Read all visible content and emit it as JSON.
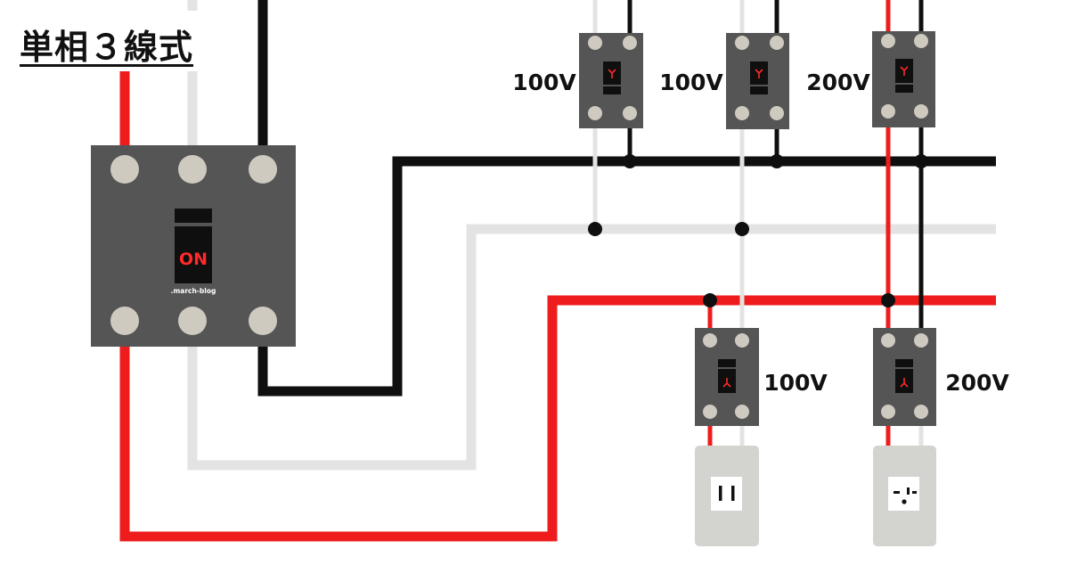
{
  "title": "単相３線式",
  "main_breaker": {
    "state_label": "ON",
    "watermark": ".march-blog"
  },
  "top_breakers": [
    {
      "voltage_label": "100V"
    },
    {
      "voltage_label": "100V"
    },
    {
      "voltage_label": "200V"
    }
  ],
  "bottom_breakers": [
    {
      "voltage_label": "100V",
      "outlet": "100v-outlet"
    },
    {
      "voltage_label": "200V",
      "outlet": "200v-outlet"
    }
  ],
  "colors": {
    "red_wire": "#ee1c1c",
    "white_wire": "#e3e3e3",
    "black_wire": "#0f0f0f",
    "breaker_body": "#555555",
    "terminal": "#cfcac0",
    "outlet_plate": "#d3d3cf",
    "indicator_red": "#ff2a2a"
  }
}
